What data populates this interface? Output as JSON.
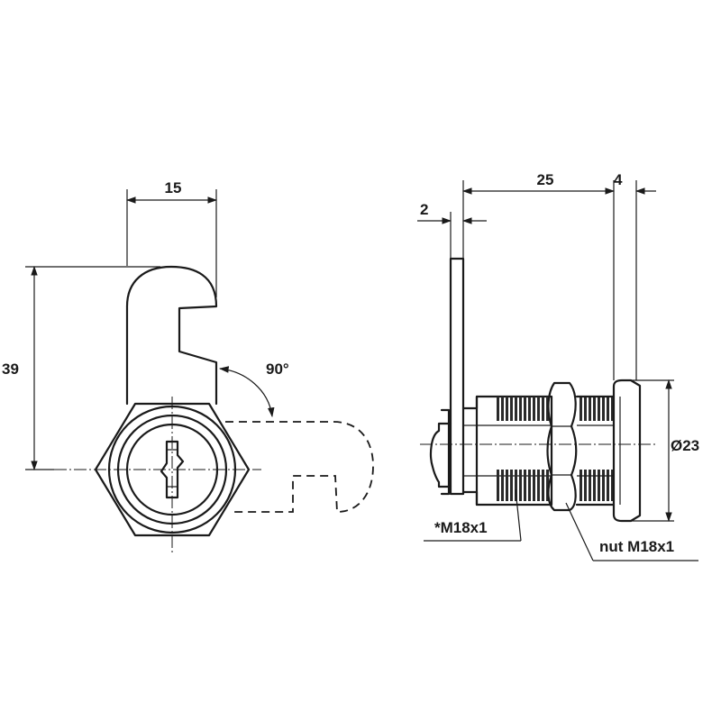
{
  "drawing": {
    "dimensions": {
      "cam_width": "15",
      "cam_height": "39",
      "rotation": "90°",
      "plate_thickness": "2",
      "body_length": "25",
      "flange_thickness": "4",
      "flange_diameter": "Ø23"
    },
    "callouts": {
      "body_thread": "*M18x1",
      "nut_thread": "nut M18x1"
    },
    "colors": {
      "line": "#1a1a1a",
      "background": "#ffffff"
    }
  }
}
